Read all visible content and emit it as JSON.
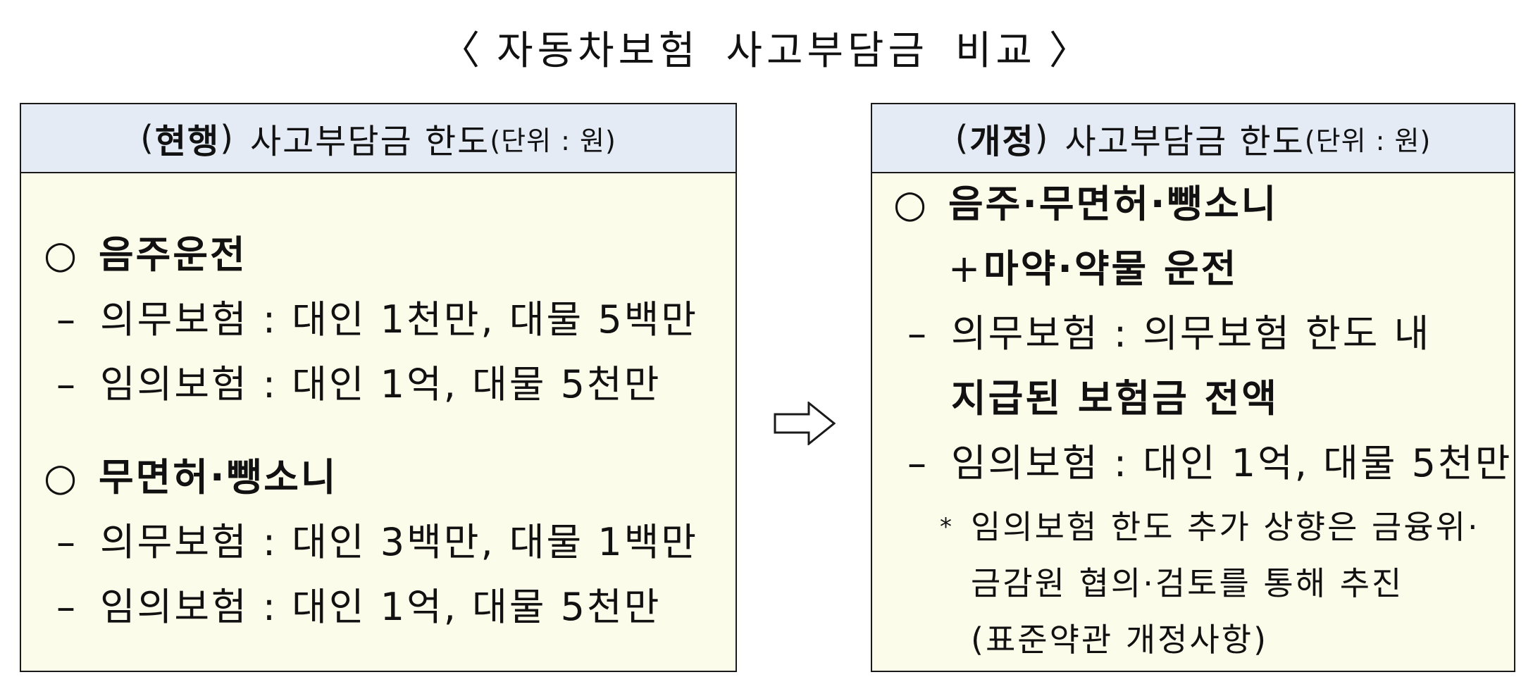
{
  "title": {
    "open_bracket": "〈",
    "text": "자동차보험 사고부담금 비교",
    "close_bracket": "〉"
  },
  "left_panel": {
    "header": {
      "label": "(현행) 사고부담금 한도",
      "paren_bold": "현행",
      "rest": "사고부담금 한도",
      "unit": "(단위 : 원)"
    },
    "sections": [
      {
        "marker": "○",
        "heading": "음주운전",
        "items": [
          {
            "dash": "–",
            "text": "의무보험 : 대인 1천만, 대물 5백만"
          },
          {
            "dash": "–",
            "text": "임의보험 : 대인 1억, 대물 5천만"
          }
        ]
      },
      {
        "marker": "○",
        "heading": "무면허·뺑소니",
        "items": [
          {
            "dash": "–",
            "text": "의무보험 : 대인 3백만, 대물 1백만"
          },
          {
            "dash": "–",
            "text": "임의보험 : 대인 1억, 대물 5천만"
          }
        ]
      }
    ]
  },
  "right_panel": {
    "header": {
      "paren_bold": "개정",
      "rest": "사고부담금 한도",
      "unit": "(단위 : 원)"
    },
    "heading_marker": "○",
    "heading_line1": "음주·무면허·뺑소니",
    "heading_plus": "+",
    "heading_line2": "마약·약물 운전",
    "items": [
      {
        "dash": "–",
        "text": "의무보험 : 의무보험 한도 내",
        "continuation": "지급된 보험금 전액"
      },
      {
        "dash": "–",
        "text": "임의보험 : 대인 1억, 대물 5천만"
      }
    ],
    "note": {
      "star": "*",
      "line1": "임의보험 한도 추가 상향은 금융위·",
      "line2": "금감원 협의·검토를 통해 추진",
      "line3": "(표준약관 개정사항)"
    }
  },
  "arrow": {
    "icon": "right-arrow-icon",
    "stroke_color": "#1a1a1a"
  },
  "colors": {
    "header_bg": "#e4ebf5",
    "body_bg": "#fcfcea",
    "border": "#1a1a1a"
  }
}
